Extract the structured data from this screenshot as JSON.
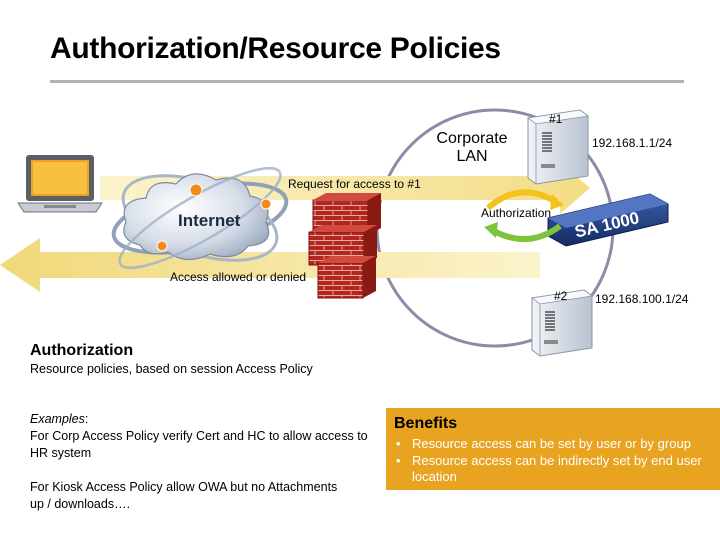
{
  "slide": {
    "title": "Authorization/Resource Policies"
  },
  "diagram": {
    "internet_label": "Internet",
    "corporate_lan_label": "Corporate\nLAN",
    "server1_tag": "#1",
    "server1_ip": "192.168.1.1/24",
    "server2_tag": "#2",
    "server2_ip": "192.168.100.1/24",
    "request_label": "Request for access to #1",
    "authorization_label": "Authorization",
    "access_label": "Access allowed or denied",
    "appliance_label": "SA 1000"
  },
  "text": {
    "auth_heading": "Authorization",
    "auth_desc": "Resource policies, based on session Access Policy",
    "examples_label": "Examples",
    "examples_colon": ":",
    "example1": "For Corp Access Policy verify Cert and HC to allow access to HR system",
    "example2": "For Kiosk Access Policy allow OWA but no Attachments up / downloads…."
  },
  "benefits": {
    "title": "Benefits",
    "items": [
      "Resource access can be set by user or by group",
      "Resource access can be indirectly set by end user location"
    ]
  },
  "colors": {
    "arrow_fill": "#f7e9a6",
    "benefits_bg": "#e8a320",
    "firewall": "#b02020",
    "lan_circle": "#8c8ca8"
  }
}
